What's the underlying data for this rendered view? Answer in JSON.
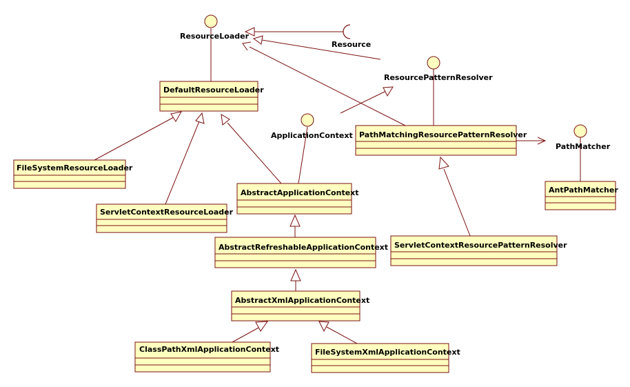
{
  "diagram": {
    "interfaces": [
      {
        "id": "resourceloader",
        "label": "ResourceLoader"
      },
      {
        "id": "resource",
        "label": "Resource"
      },
      {
        "id": "resourcepatternresolver",
        "label": "ResourcePatternResolver"
      },
      {
        "id": "applicationcontext",
        "label": "ApplicationContext"
      },
      {
        "id": "pathmatcher",
        "label": "PathMatcher"
      }
    ],
    "classes": [
      {
        "id": "defaultresourceloader",
        "label": "DefaultResourceLoader"
      },
      {
        "id": "filesystemresourceloader",
        "label": "FileSystemResourceLoader"
      },
      {
        "id": "servletcontextresourceloader",
        "label": "ServletContextResourceLoader"
      },
      {
        "id": "abstractapplicationcontext",
        "label": "AbstractApplicationContext"
      },
      {
        "id": "abstractrefreshableapplicationcontext",
        "label": "AbstractRefreshableApplicationContext"
      },
      {
        "id": "abstractxmlapplicationcontext",
        "label": "AbstractXmlApplicationContext"
      },
      {
        "id": "classpathxmlapplicationcontext",
        "label": "ClassPathXmlApplicationContext"
      },
      {
        "id": "filesystemxmlapplicationcontext",
        "label": "FileSystemXmlApplicationContext"
      },
      {
        "id": "pathmatchingresourcepatternresolver",
        "label": "PathMatchingResourcePatternResolver"
      },
      {
        "id": "servletcontextresourcepatternresolver",
        "label": "ServletContextResourcePatternResolver"
      },
      {
        "id": "antpathmatcher",
        "label": "AntPathMatcher"
      }
    ],
    "relations": [
      {
        "from": "defaultresourceloader",
        "to": "resourceloader",
        "kind": "realization"
      },
      {
        "from": "filesystemresourceloader",
        "to": "defaultresourceloader",
        "kind": "generalization"
      },
      {
        "from": "servletcontextresourceloader",
        "to": "defaultresourceloader",
        "kind": "generalization"
      },
      {
        "from": "abstractapplicationcontext",
        "to": "defaultresourceloader",
        "kind": "generalization"
      },
      {
        "from": "abstractapplicationcontext",
        "to": "applicationcontext",
        "kind": "realization"
      },
      {
        "from": "abstractrefreshableapplicationcontext",
        "to": "abstractapplicationcontext",
        "kind": "generalization"
      },
      {
        "from": "abstractxmlapplicationcontext",
        "to": "abstractrefreshableapplicationcontext",
        "kind": "generalization"
      },
      {
        "from": "classpathxmlapplicationcontext",
        "to": "abstractxmlapplicationcontext",
        "kind": "generalization"
      },
      {
        "from": "filesystemxmlapplicationcontext",
        "to": "abstractxmlapplicationcontext",
        "kind": "generalization"
      },
      {
        "from": "pathmatchingresourcepatternresolver",
        "to": "resourcepatternresolver",
        "kind": "realization"
      },
      {
        "from": "pathmatchingresourcepatternresolver",
        "to": "resourceloader",
        "kind": "generalization"
      },
      {
        "from": "servletcontextresourcepatternresolver",
        "to": "pathmatchingresourcepatternresolver",
        "kind": "generalization"
      },
      {
        "from": "pathmatchingresourcepatternresolver",
        "to": "pathmatcher",
        "kind": "association"
      },
      {
        "from": "antpathmatcher",
        "to": "pathmatcher",
        "kind": "realization"
      },
      {
        "from": "resourcepatternresolver",
        "to": "resourceloader",
        "kind": "generalization"
      },
      {
        "from": "applicationcontext",
        "to": "resourcepatternresolver",
        "kind": "generalization"
      },
      {
        "from": "resource",
        "to": "resourceloader",
        "kind": "dependency"
      }
    ]
  }
}
